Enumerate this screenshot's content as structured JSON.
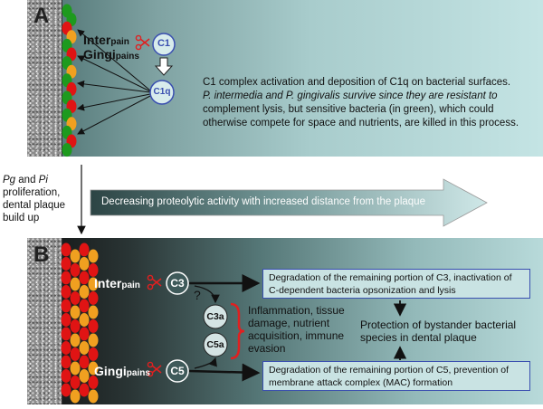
{
  "panel_a": {
    "letter": "A",
    "interpain_main": "Inter",
    "interpain_sub": "pain",
    "gingipain_main": "Gingi",
    "gingipain_sub": "pains",
    "c1_label": "C1",
    "c1q_label": "C1q",
    "description_line1": "C1 complex activation and deposition of C1q on bacterial surfaces.",
    "description_line2": "P. intermedia and P. gingivalis survive since they are resistant to",
    "description_line3": "complement lysis, but sensitive bacteria (in green), which could",
    "description_line4": "otherwise compete for space and nutrients, are killed in this process."
  },
  "middle": {
    "line1_pg": "Pg",
    "line1_and": " and ",
    "line1_pi": "Pi",
    "line2": "proliferation,",
    "line3": "dental plaque",
    "line4": "build up",
    "arrow_text_dark": "Decreasing proteolytic activity with increased",
    "arrow_text_light": " distance from the plaque"
  },
  "panel_b": {
    "letter": "B",
    "interpain_main": "Inter",
    "interpain_sub": "pain",
    "gingipain_main": "Gingi",
    "gingipain_sub": "pains",
    "c3_label": "C3",
    "c5_label": "C5",
    "c3a_label": "C3a",
    "c5a_label": "C5a",
    "question": "?",
    "effects_line1": "Inflammation, tissue",
    "effects_line2": "damage, nutrient",
    "effects_line3": "acquisition, immune",
    "effects_line4": "evasion",
    "protection_line1": "Protection of bystander bacterial",
    "protection_line2": "species in dental plaque",
    "box_c3_line1": "Degradation of the remaining portion of C3, inactivation of",
    "box_c3_line2": "C-dependent bacteria opsonization and lysis",
    "box_c5_line1": "Degradation of the remaining portion of C5, prevention of",
    "box_c5_line2": "membrane attack complex (MAC) formation"
  },
  "colors": {
    "green_bacteria": "#1e9a1e",
    "red_bacteria": "#e01414",
    "orange_bacteria": "#f0a020",
    "scissors": "#e02020",
    "box_border": "#3a4fb0"
  }
}
